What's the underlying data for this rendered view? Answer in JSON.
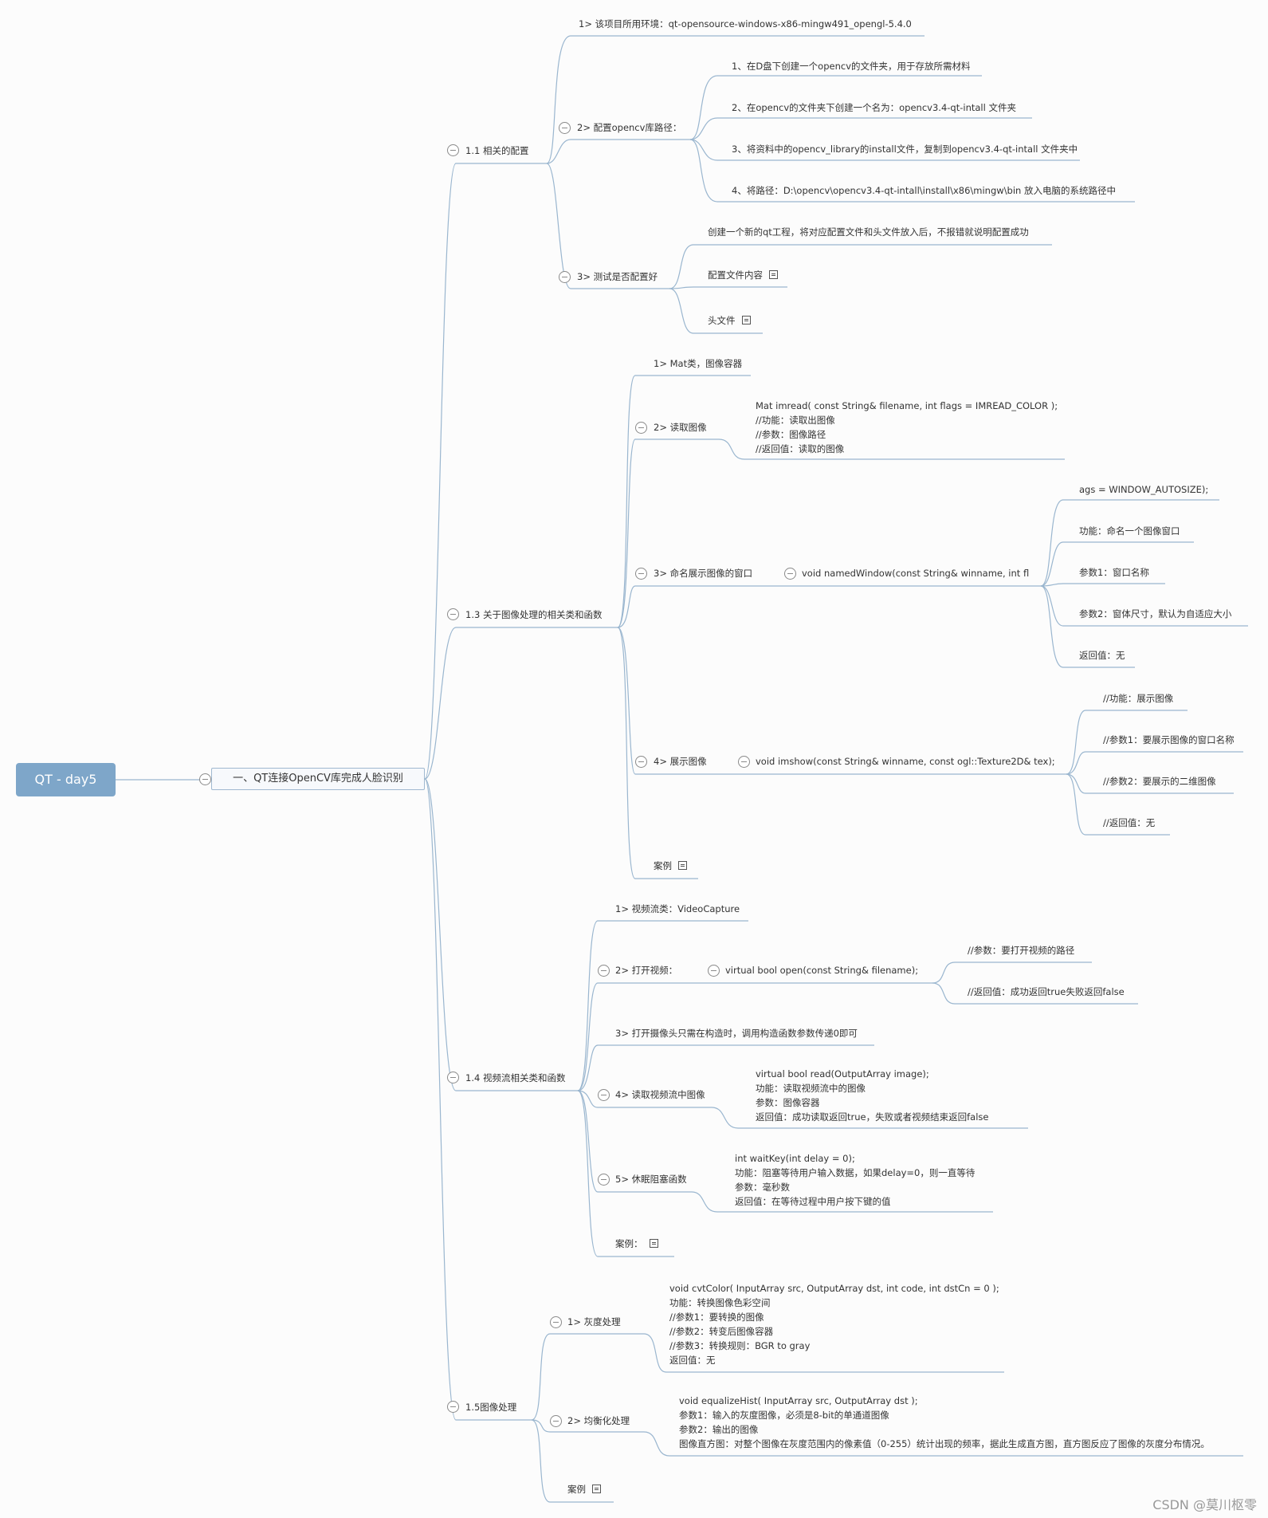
{
  "root": "QT - day5",
  "main": "一、QT连接OpenCV库完成人脸识别",
  "sections": {
    "s1": {
      "label": "1.1 相关的配置",
      "env": "1> 该项目所用环境：qt-opensource-windows-x86-mingw491_opengl-5.4.0",
      "cfg": "2> 配置opencv库路径：",
      "cfg_steps": [
        "1、在D盘下创建一个opencv的文件夹，用于存放所需材料",
        "2、在opencv的文件夹下创建一个名为：opencv3.4-qt-intall 文件夹",
        "3、将资料中的opencv_library的install文件，复制到opencv3.4-qt-intall 文件夹中",
        "4、将路径：D:\\opencv\\opencv3.4-qt-intall\\install\\x86\\mingw\\bin 放入电脑的系统路径中"
      ],
      "test": "3> 测试是否配置好",
      "test_items": [
        "创建一个新的qt工程，将对应配置文件和头文件放入后，不报错就说明配置成功",
        "配置文件内容",
        "头文件"
      ]
    },
    "s3": {
      "label": "1.3 关于图像处理的相关类和函数",
      "mat": "1> Mat类，图像容器",
      "read": "2> 读取图像",
      "read_doc": [
        "Mat imread( const String& filename, int flags = IMREAD_COLOR );",
        "//功能：读取出图像",
        "//参数：图像路径",
        "//返回值：读取的图像"
      ],
      "named": "3> 命名展示图像的窗口",
      "named_fn": "void namedWindow(const String& winname, int fl",
      "named_items": [
        "ags = WINDOW_AUTOSIZE);",
        "功能：命名一个图像窗口",
        "参数1：窗口名称",
        "参数2：窗体尺寸，默认为自适应大小",
        "返回值：无"
      ],
      "show": "4> 展示图像",
      "show_fn": "void imshow(const String& winname, const ogl::Texture2D& tex);",
      "show_items": [
        "//功能：展示图像",
        "//参数1：要展示图像的窗口名称",
        "//参数2：要展示的二维图像",
        "//返回值：无"
      ],
      "example": "案例"
    },
    "s4": {
      "label": "1.4 视频流相关类和函数",
      "vc": "1> 视频流类：VideoCapture",
      "open": "2> 打开视频：",
      "open_fn": "virtual bool open(const String& filename);",
      "open_items": [
        "//参数：要打开视频的路径",
        "//返回值：成功返回true失败返回false"
      ],
      "cam": "3> 打开摄像头只需在构造时，调用构造函数参数传递0即可",
      "readv": "4> 读取视频流中图像",
      "readv_doc": [
        "virtual bool read(OutputArray image);",
        "功能：读取视频流中的图像",
        "参数：图像容器",
        "返回值：成功读取返回true，失败或者视频结束返回false"
      ],
      "sleep": "5> 休眠阻塞函数",
      "sleep_doc": [
        "int waitKey(int delay = 0);",
        "功能：阻塞等待用户输入数据，如果delay=0，则一直等待",
        "参数：毫秒数",
        "返回值：在等待过程中用户按下键的值"
      ],
      "example": "案例："
    },
    "s5": {
      "label": "1.5图像处理",
      "gray": "1> 灰度处理",
      "gray_doc": [
        "void cvtColor( InputArray src, OutputArray dst, int code, int dstCn = 0 );",
        "功能：转换图像色彩空间",
        "//参数1：要转换的图像",
        "//参数2：转变后图像容器",
        "//参数3：转换规则：BGR to gray",
        "返回值：无"
      ],
      "eq": "2> 均衡化处理",
      "eq_doc": [
        "void equalizeHist( InputArray src, OutputArray dst );",
        "参数1：输入的灰度图像，必须是8-bit的单通道图像",
        "参数2：输出的图像",
        "图像直方图：对整个图像在灰度范围内的像素值（0-255）统计出现的频率，据此生成直方图，直方图反应了图像的灰度分布情况。"
      ],
      "example": "案例"
    }
  },
  "watermark": "CSDN @莫川枢零",
  "colors": {
    "root": "#7ea6c9",
    "line": "#9ab6cf"
  }
}
